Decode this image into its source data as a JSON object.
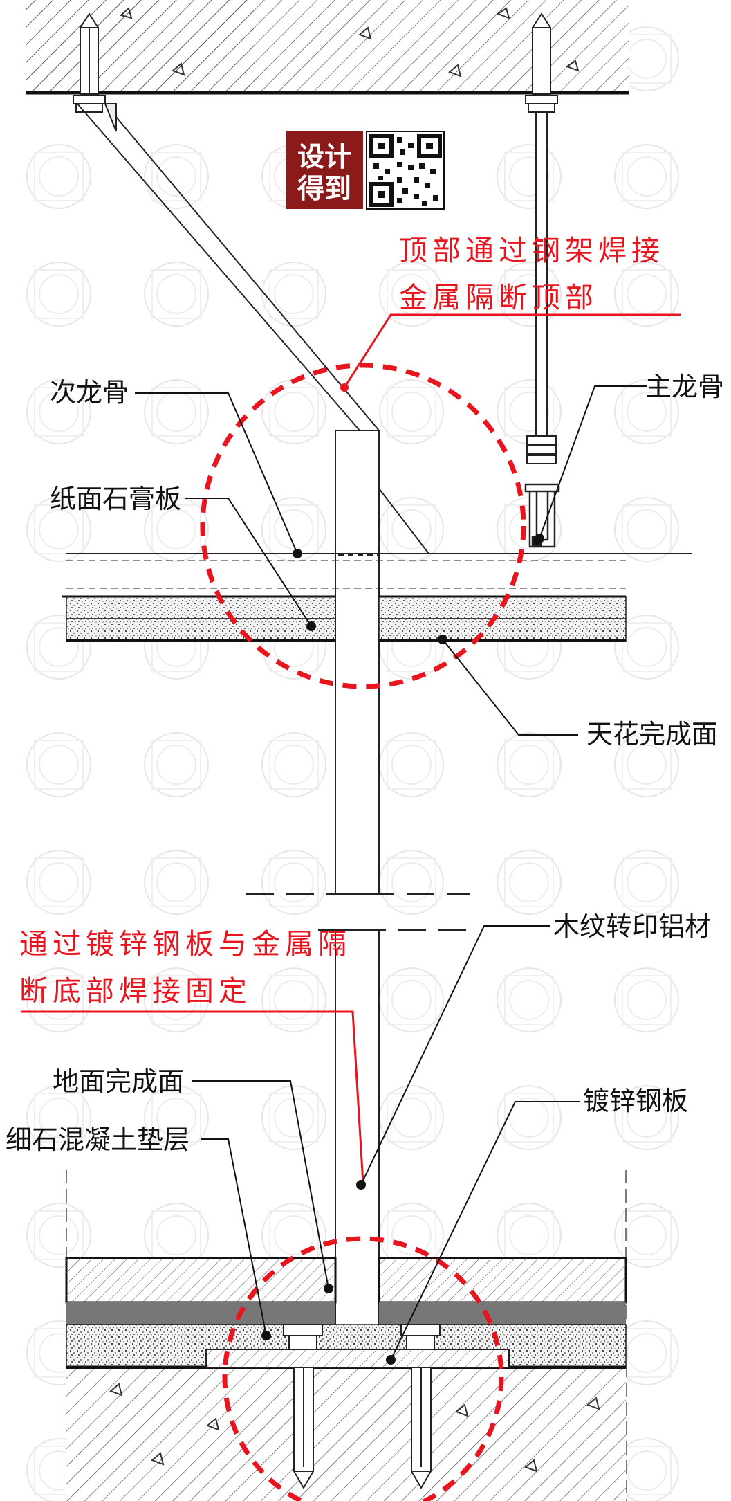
{
  "colors": {
    "accent": "#e8141e",
    "ink": "#111111",
    "logo_bg": "#8b1a1a",
    "hatch": "#333333"
  },
  "logo": {
    "line1": "设计",
    "line2": "得到",
    "qr_icon": "qr-code-icon"
  },
  "notes": {
    "top_line1": "顶部通过钢架焊接",
    "top_line2": "金属隔断顶部",
    "bottom_line1": "通过镀锌钢板与金属隔",
    "bottom_line2": "断底部焊接固定"
  },
  "labels": {
    "secondary_keel": "次龙骨",
    "main_keel": "主龙骨",
    "gypsum_board": "纸面石膏板",
    "ceiling_finish": "天花完成面",
    "wood_grain_aluminum": "木纹转印铝材",
    "floor_finish": "地面完成面",
    "concrete_layer": "细石混凝土垫层",
    "galvanized_plate": "镀锌钢板"
  }
}
